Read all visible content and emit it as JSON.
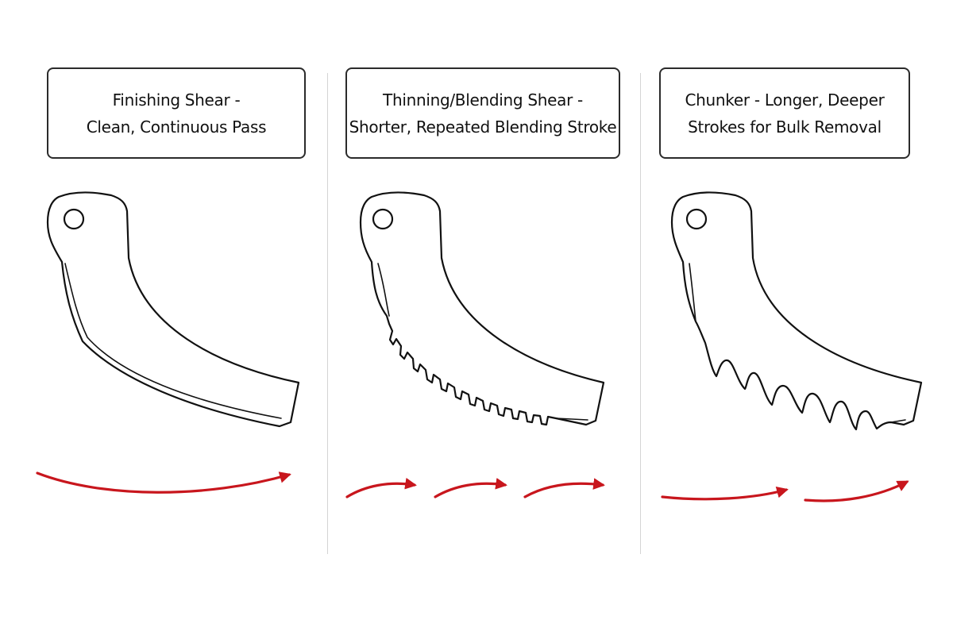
{
  "colors": {
    "outline": "#111111",
    "arrow": "#c8161d",
    "divider": "#d4d4d4"
  },
  "panels": [
    {
      "label_line1": "Finishing Shear -",
      "label_line2": "Clean, Continuous Pass",
      "edge": "smooth",
      "arrow_count": 1
    },
    {
      "label_line1": "Thinning/Blending Shear -",
      "label_line2": "Shorter, Repeated Blending Stroke",
      "edge": "fine-teeth",
      "arrow_count": 3
    },
    {
      "label_line1": "Chunker - Longer, Deeper",
      "label_line2": "Strokes for Bulk Removal",
      "edge": "wide-teeth",
      "arrow_count": 2
    }
  ]
}
